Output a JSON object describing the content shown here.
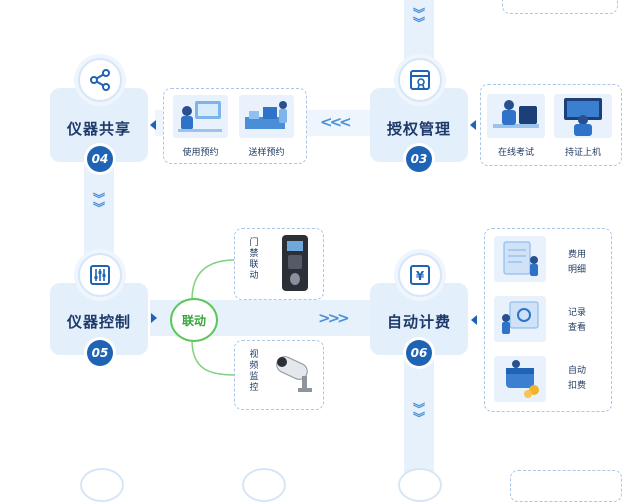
{
  "steps": {
    "share": {
      "title": "仪器共享",
      "number": "04"
    },
    "auth": {
      "title": "授权管理",
      "number": "03"
    },
    "control": {
      "title": "仪器控制",
      "number": "05"
    },
    "billing": {
      "title": "自动计费",
      "number": "06"
    }
  },
  "share_items": {
    "use": "使用预约",
    "send": "送样预约"
  },
  "auth_items": {
    "exam": "在线考试",
    "card": "持证上机"
  },
  "linkage": {
    "label": "联动",
    "door": "门禁联动",
    "video": "视频监控"
  },
  "billing_items": {
    "fee": "费用明细",
    "record": "记录查看",
    "deduct": "自动扣费"
  },
  "top_right_partial": "",
  "billing_icon_glyph": "¥",
  "colors": {
    "accent": "#1f63b5",
    "box": "#e3effb",
    "green": "#5cc65c",
    "chevron": "#4a90d9"
  }
}
